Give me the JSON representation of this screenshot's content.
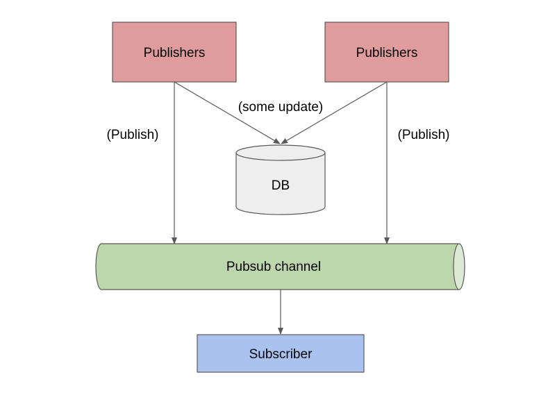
{
  "diagram": {
    "nodes": {
      "publisher_left": {
        "label": "Publishers"
      },
      "publisher_right": {
        "label": "Publishers"
      },
      "db": {
        "label": "DB"
      },
      "pubsub": {
        "label": "Pubsub channel"
      },
      "subscriber": {
        "label": "Subscriber"
      }
    },
    "edges": {
      "publish_left": {
        "label": "(Publish)"
      },
      "publish_right": {
        "label": "(Publish)"
      },
      "update": {
        "label": "(some update)"
      }
    }
  },
  "colors": {
    "publisher_fill": "#e09c9c",
    "db_fill": "#eeeeee",
    "pubsub_fill": "#bdd7ad",
    "pubsub_cap_fill": "#dde9d5",
    "subscriber_fill": "#a9c2ef",
    "stroke": "#595959"
  }
}
